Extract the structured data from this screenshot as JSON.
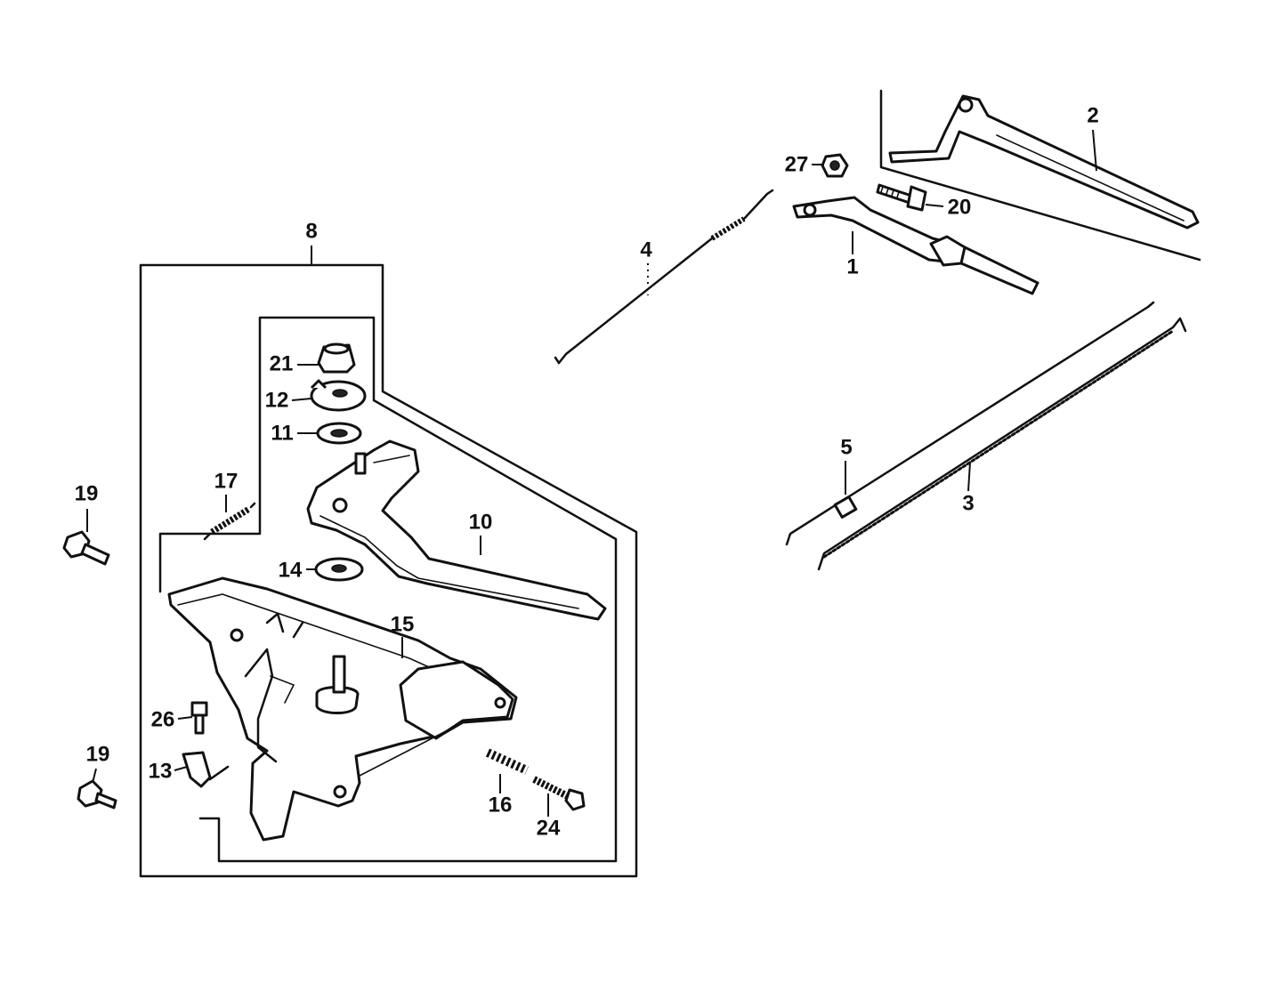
{
  "callouts": {
    "p1": "1",
    "p2": "2",
    "p3": "3",
    "p4": "4",
    "p5": "5",
    "p8": "8",
    "p10": "10",
    "p11": "11",
    "p12": "12",
    "p13": "13",
    "p14": "14",
    "p15": "15",
    "p16": "16",
    "p17": "17",
    "p19a": "19",
    "p19b": "19",
    "p20": "20",
    "p21": "21",
    "p24": "24",
    "p26": "26",
    "p27": "27"
  }
}
